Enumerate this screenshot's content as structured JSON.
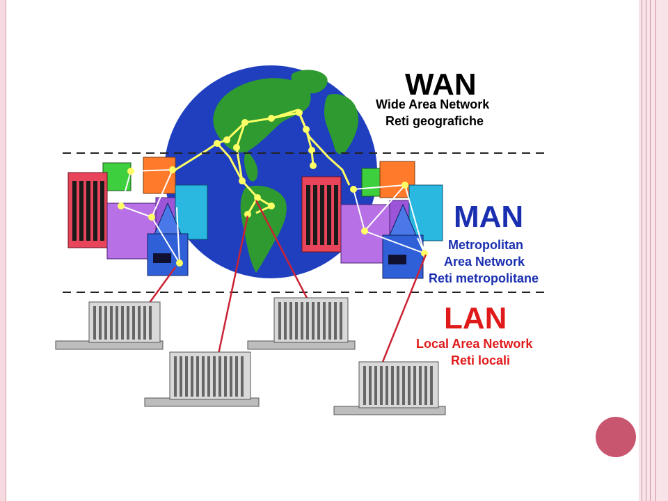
{
  "wan": {
    "title": "WAN",
    "subtitle_1": "Wide Area Network",
    "subtitle_2": "Reti geografiche"
  },
  "man": {
    "title": "MAN",
    "subtitle_1": "Metropolitan",
    "subtitle_2": "Area Network",
    "subtitle_3": "Reti metropolitane"
  },
  "lan": {
    "title": "LAN",
    "subtitle_1": "Local Area Network",
    "subtitle_2": "Reti locali"
  },
  "colors": {
    "globe_ocean": "#1f3fbf",
    "land": "#2f9a30",
    "wan_link": "#ffff66",
    "man_link": "#ffffff",
    "lan_link": "#cc2233",
    "lan_title": "#e01a1a",
    "wan_label": "#000000",
    "man_label": "#1a2fb0",
    "accent_dot": "#c9566f"
  }
}
